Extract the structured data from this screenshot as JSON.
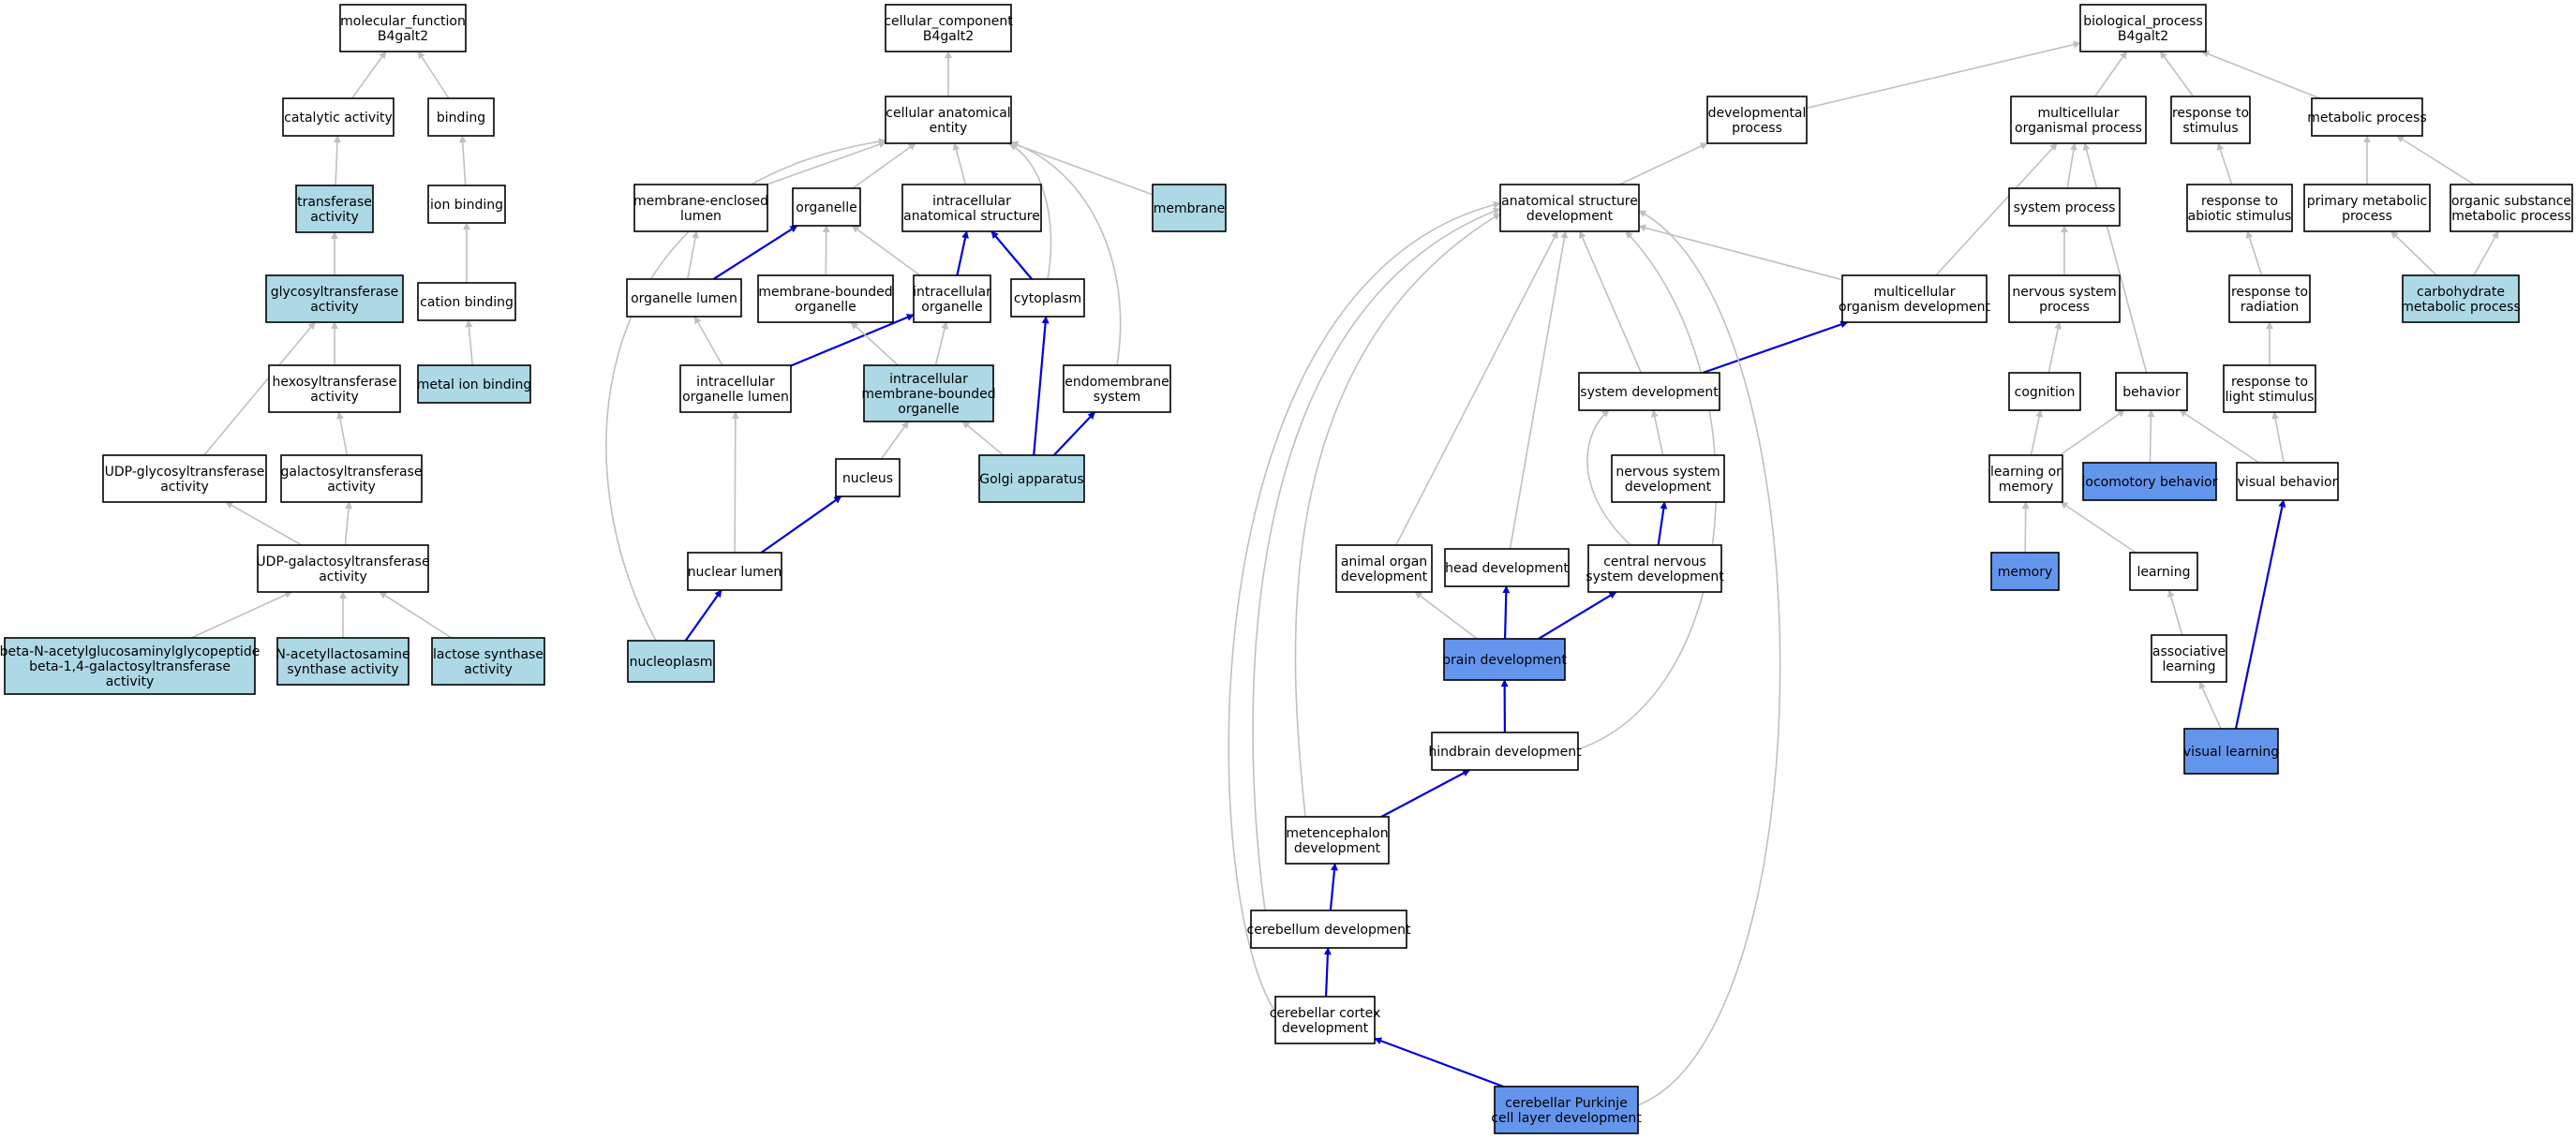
{
  "colors": {
    "plain_fill": "#ffffff",
    "annotated_fill": "#add8e6",
    "query_fill": "#6495ed",
    "gray_edge": "#c0c0c0",
    "blue_edge": "#0000dd"
  },
  "nodes": [
    {
      "id": "mf_root",
      "lines": [
        "molecular_function",
        "B4galt2"
      ],
      "style": "plain"
    },
    {
      "id": "catalytic",
      "lines": [
        "catalytic activity"
      ],
      "style": "plain"
    },
    {
      "id": "binding",
      "lines": [
        "binding"
      ],
      "style": "plain"
    },
    {
      "id": "transferase",
      "lines": [
        "transferase",
        "activity"
      ],
      "style": "annotated"
    },
    {
      "id": "ion_binding",
      "lines": [
        "ion binding"
      ],
      "style": "plain"
    },
    {
      "id": "glycosyltransferase",
      "lines": [
        "glycosyltransferase",
        "activity"
      ],
      "style": "annotated"
    },
    {
      "id": "cation_binding",
      "lines": [
        "cation binding"
      ],
      "style": "plain"
    },
    {
      "id": "hexosyltransferase",
      "lines": [
        "hexosyltransferase",
        "activity"
      ],
      "style": "plain"
    },
    {
      "id": "metal_ion_binding",
      "lines": [
        "metal ion binding"
      ],
      "style": "annotated"
    },
    {
      "id": "udp_glycosyl",
      "lines": [
        "UDP-glycosyltransferase",
        "activity"
      ],
      "style": "plain"
    },
    {
      "id": "galactosyltransferase",
      "lines": [
        "galactosyltransferase",
        "activity"
      ],
      "style": "plain"
    },
    {
      "id": "udp_galactosyl",
      "lines": [
        "UDP-galactosyltransferase",
        "activity"
      ],
      "style": "plain"
    },
    {
      "id": "beta_n",
      "lines": [
        "beta-N-acetylglucosaminylglycopeptide",
        "beta-1,4-galactosyltransferase",
        "activity"
      ],
      "style": "annotated"
    },
    {
      "id": "n_acetyllactosamine",
      "lines": [
        "N-acetyllactosamine",
        "synthase activity"
      ],
      "style": "annotated"
    },
    {
      "id": "lactose_synthase",
      "lines": [
        "lactose synthase",
        "activity"
      ],
      "style": "annotated"
    },
    {
      "id": "cc_root",
      "lines": [
        "cellular_component",
        "B4galt2"
      ],
      "style": "plain"
    },
    {
      "id": "cae",
      "lines": [
        "cellular anatomical",
        "entity"
      ],
      "style": "plain"
    },
    {
      "id": "mel",
      "lines": [
        "membrane-enclosed",
        "lumen"
      ],
      "style": "plain"
    },
    {
      "id": "organelle",
      "lines": [
        "organelle"
      ],
      "style": "plain"
    },
    {
      "id": "ias",
      "lines": [
        "intracellular",
        "anatomical structure"
      ],
      "style": "plain"
    },
    {
      "id": "membrane",
      "lines": [
        "membrane"
      ],
      "style": "annotated"
    },
    {
      "id": "organelle_lumen",
      "lines": [
        "organelle lumen"
      ],
      "style": "plain"
    },
    {
      "id": "mbo",
      "lines": [
        "membrane-bounded",
        "organelle"
      ],
      "style": "plain"
    },
    {
      "id": "io",
      "lines": [
        "intracellular",
        "organelle"
      ],
      "style": "plain"
    },
    {
      "id": "cytoplasm",
      "lines": [
        "cytoplasm"
      ],
      "style": "plain"
    },
    {
      "id": "iol",
      "lines": [
        "intracellular",
        "organelle lumen"
      ],
      "style": "plain"
    },
    {
      "id": "imbo",
      "lines": [
        "intracellular",
        "membrane-bounded",
        "organelle"
      ],
      "style": "annotated"
    },
    {
      "id": "endomembrane",
      "lines": [
        "endomembrane",
        "system"
      ],
      "style": "plain"
    },
    {
      "id": "nucleus",
      "lines": [
        "nucleus"
      ],
      "style": "plain"
    },
    {
      "id": "golgi",
      "lines": [
        "Golgi apparatus"
      ],
      "style": "annotated"
    },
    {
      "id": "nuclear_lumen",
      "lines": [
        "nuclear lumen"
      ],
      "style": "plain"
    },
    {
      "id": "nucleoplasm",
      "lines": [
        "nucleoplasm"
      ],
      "style": "annotated"
    },
    {
      "id": "bp_root",
      "lines": [
        "biological_process",
        "B4galt2"
      ],
      "style": "plain"
    },
    {
      "id": "dev_process",
      "lines": [
        "developmental",
        "process"
      ],
      "style": "plain"
    },
    {
      "id": "mop",
      "lines": [
        "multicellular",
        "organismal process"
      ],
      "style": "plain"
    },
    {
      "id": "rts",
      "lines": [
        "response to",
        "stimulus"
      ],
      "style": "plain"
    },
    {
      "id": "metabolic",
      "lines": [
        "metabolic process"
      ],
      "style": "plain"
    },
    {
      "id": "asd",
      "lines": [
        "anatomical structure",
        "development"
      ],
      "style": "plain"
    },
    {
      "id": "system_process",
      "lines": [
        "system process"
      ],
      "style": "plain"
    },
    {
      "id": "rtas",
      "lines": [
        "response to",
        "abiotic stimulus"
      ],
      "style": "plain"
    },
    {
      "id": "pmp",
      "lines": [
        "primary metabolic",
        "process"
      ],
      "style": "plain"
    },
    {
      "id": "osmp",
      "lines": [
        "organic substance",
        "metabolic process"
      ],
      "style": "plain"
    },
    {
      "id": "mod",
      "lines": [
        "multicellular",
        "organism development"
      ],
      "style": "plain"
    },
    {
      "id": "nsp",
      "lines": [
        "nervous system",
        "process"
      ],
      "style": "plain"
    },
    {
      "id": "rtr",
      "lines": [
        "response to",
        "radiation"
      ],
      "style": "plain"
    },
    {
      "id": "cmp",
      "lines": [
        "carbohydrate",
        "metabolic process"
      ],
      "style": "annotated"
    },
    {
      "id": "system_dev",
      "lines": [
        "system development"
      ],
      "style": "plain"
    },
    {
      "id": "cognition",
      "lines": [
        "cognition"
      ],
      "style": "plain"
    },
    {
      "id": "behavior",
      "lines": [
        "behavior"
      ],
      "style": "plain"
    },
    {
      "id": "rtls",
      "lines": [
        "response to",
        "light stimulus"
      ],
      "style": "plain"
    },
    {
      "id": "nsd",
      "lines": [
        "nervous system",
        "development"
      ],
      "style": "plain"
    },
    {
      "id": "lom",
      "lines": [
        "learning or",
        "memory"
      ],
      "style": "plain"
    },
    {
      "id": "locomotory",
      "lines": [
        "locomotory behavior"
      ],
      "style": "query"
    },
    {
      "id": "visual_behavior",
      "lines": [
        "visual behavior"
      ],
      "style": "plain"
    },
    {
      "id": "aod",
      "lines": [
        "animal organ",
        "development"
      ],
      "style": "plain"
    },
    {
      "id": "head_dev",
      "lines": [
        "head development"
      ],
      "style": "plain"
    },
    {
      "id": "cnsd",
      "lines": [
        "central nervous",
        "system development"
      ],
      "style": "plain"
    },
    {
      "id": "memory",
      "lines": [
        "memory"
      ],
      "style": "query"
    },
    {
      "id": "learning",
      "lines": [
        "learning"
      ],
      "style": "plain"
    },
    {
      "id": "brain_dev",
      "lines": [
        "brain development"
      ],
      "style": "query"
    },
    {
      "id": "assoc_learning",
      "lines": [
        "associative",
        "learning"
      ],
      "style": "plain"
    },
    {
      "id": "hindbrain",
      "lines": [
        "hindbrain development"
      ],
      "style": "plain"
    },
    {
      "id": "visual_learning",
      "lines": [
        "visual learning"
      ],
      "style": "query"
    },
    {
      "id": "metencephalon",
      "lines": [
        "metencephalon",
        "development"
      ],
      "style": "plain"
    },
    {
      "id": "cerebellum",
      "lines": [
        "cerebellum development"
      ],
      "style": "plain"
    },
    {
      "id": "cerebellar_cortex",
      "lines": [
        "cerebellar cortex",
        "development"
      ],
      "style": "plain"
    },
    {
      "id": "purkinje",
      "lines": [
        "cerebellar Purkinje",
        "cell layer development"
      ],
      "style": "query"
    }
  ],
  "edges": [
    {
      "from": "catalytic",
      "to": "mf_root",
      "color": "gray"
    },
    {
      "from": "binding",
      "to": "mf_root",
      "color": "gray"
    },
    {
      "from": "transferase",
      "to": "catalytic",
      "color": "gray"
    },
    {
      "from": "ion_binding",
      "to": "binding",
      "color": "gray"
    },
    {
      "from": "glycosyltransferase",
      "to": "transferase",
      "color": "gray"
    },
    {
      "from": "cation_binding",
      "to": "ion_binding",
      "color": "gray"
    },
    {
      "from": "hexosyltransferase",
      "to": "glycosyltransferase",
      "color": "gray"
    },
    {
      "from": "metal_ion_binding",
      "to": "cation_binding",
      "color": "gray"
    },
    {
      "from": "udp_glycosyl",
      "to": "glycosyltransferase",
      "color": "gray"
    },
    {
      "from": "galactosyltransferase",
      "to": "hexosyltransferase",
      "color": "gray"
    },
    {
      "from": "udp_galactosyl",
      "to": "udp_glycosyl",
      "color": "gray"
    },
    {
      "from": "udp_galactosyl",
      "to": "galactosyltransferase",
      "color": "gray"
    },
    {
      "from": "beta_n",
      "to": "udp_galactosyl",
      "color": "gray"
    },
    {
      "from": "n_acetyllactosamine",
      "to": "udp_galactosyl",
      "color": "gray"
    },
    {
      "from": "lactose_synthase",
      "to": "udp_galactosyl",
      "color": "gray"
    },
    {
      "from": "cae",
      "to": "cc_root",
      "color": "gray"
    },
    {
      "from": "mel",
      "to": "cae",
      "color": "gray"
    },
    {
      "from": "organelle",
      "to": "cae",
      "color": "gray"
    },
    {
      "from": "ias",
      "to": "cae",
      "color": "gray"
    },
    {
      "from": "membrane",
      "to": "cae",
      "color": "gray"
    },
    {
      "from": "cytoplasm",
      "to": "cae",
      "color": "gray",
      "curve": "cyto"
    },
    {
      "from": "endomembrane",
      "to": "cae",
      "color": "gray",
      "curve": "endo"
    },
    {
      "from": "nucleoplasm",
      "to": "cae",
      "color": "gray",
      "curve": "nucleo"
    },
    {
      "from": "organelle_lumen",
      "to": "mel",
      "color": "gray"
    },
    {
      "from": "organelle_lumen",
      "to": "organelle",
      "color": "blue"
    },
    {
      "from": "mbo",
      "to": "organelle",
      "color": "gray"
    },
    {
      "from": "io",
      "to": "organelle",
      "color": "gray"
    },
    {
      "from": "io",
      "to": "ias",
      "color": "blue"
    },
    {
      "from": "cytoplasm",
      "to": "ias",
      "color": "blue"
    },
    {
      "from": "iol",
      "to": "organelle_lumen",
      "color": "gray"
    },
    {
      "from": "iol",
      "to": "io",
      "color": "blue"
    },
    {
      "from": "imbo",
      "to": "mbo",
      "color": "gray"
    },
    {
      "from": "imbo",
      "to": "io",
      "color": "gray"
    },
    {
      "from": "nucleus",
      "to": "imbo",
      "color": "gray"
    },
    {
      "from": "golgi",
      "to": "imbo",
      "color": "gray"
    },
    {
      "from": "golgi",
      "to": "cytoplasm",
      "color": "blue"
    },
    {
      "from": "golgi",
      "to": "endomembrane",
      "color": "blue"
    },
    {
      "from": "nuclear_lumen",
      "to": "iol",
      "color": "gray"
    },
    {
      "from": "nuclear_lumen",
      "to": "nucleus",
      "color": "blue"
    },
    {
      "from": "nucleoplasm",
      "to": "nuclear_lumen",
      "color": "blue"
    },
    {
      "from": "dev_process",
      "to": "bp_root",
      "color": "gray"
    },
    {
      "from": "mop",
      "to": "bp_root",
      "color": "gray"
    },
    {
      "from": "rts",
      "to": "bp_root",
      "color": "gray"
    },
    {
      "from": "metabolic",
      "to": "bp_root",
      "color": "gray"
    },
    {
      "from": "asd",
      "to": "dev_process",
      "color": "gray"
    },
    {
      "from": "system_process",
      "to": "mop",
      "color": "gray"
    },
    {
      "from": "mod",
      "to": "mop",
      "color": "gray"
    },
    {
      "from": "behavior",
      "to": "mop",
      "color": "gray"
    },
    {
      "from": "rtas",
      "to": "rts",
      "color": "gray"
    },
    {
      "from": "pmp",
      "to": "metabolic",
      "color": "gray"
    },
    {
      "from": "osmp",
      "to": "metabolic",
      "color": "gray"
    },
    {
      "from": "mod",
      "to": "asd",
      "color": "gray"
    },
    {
      "from": "nsp",
      "to": "system_process",
      "color": "gray"
    },
    {
      "from": "rtr",
      "to": "rtas",
      "color": "gray"
    },
    {
      "from": "cmp",
      "to": "pmp",
      "color": "gray"
    },
    {
      "from": "cmp",
      "to": "osmp",
      "color": "gray"
    },
    {
      "from": "system_dev",
      "to": "mod",
      "color": "blue"
    },
    {
      "from": "system_dev",
      "to": "asd",
      "color": "gray"
    },
    {
      "from": "cognition",
      "to": "nsp",
      "color": "gray"
    },
    {
      "from": "rtls",
      "to": "rtr",
      "color": "gray"
    },
    {
      "from": "nsd",
      "to": "system_dev",
      "color": "gray"
    },
    {
      "from": "lom",
      "to": "cognition",
      "color": "gray"
    },
    {
      "from": "lom",
      "to": "behavior",
      "color": "gray"
    },
    {
      "from": "locomotory",
      "to": "behavior",
      "color": "gray"
    },
    {
      "from": "visual_behavior",
      "to": "behavior",
      "color": "gray"
    },
    {
      "from": "visual_behavior",
      "to": "rtls",
      "color": "gray"
    },
    {
      "from": "aod",
      "to": "asd",
      "color": "gray"
    },
    {
      "from": "head_dev",
      "to": "asd",
      "color": "gray"
    },
    {
      "from": "cnsd",
      "to": "nsd",
      "color": "blue"
    },
    {
      "from": "cnsd",
      "to": "system_dev",
      "color": "gray",
      "curve": "cnsd_sys"
    },
    {
      "from": "memory",
      "to": "lom",
      "color": "gray"
    },
    {
      "from": "learning",
      "to": "lom",
      "color": "gray"
    },
    {
      "from": "brain_dev",
      "to": "aod",
      "color": "gray"
    },
    {
      "from": "brain_dev",
      "to": "head_dev",
      "color": "blue"
    },
    {
      "from": "brain_dev",
      "to": "cnsd",
      "color": "blue"
    },
    {
      "from": "assoc_learning",
      "to": "learning",
      "color": "gray"
    },
    {
      "from": "hindbrain",
      "to": "brain_dev",
      "color": "blue"
    },
    {
      "from": "hindbrain",
      "to": "asd",
      "color": "gray",
      "curve": "hind_asd"
    },
    {
      "from": "visual_learning",
      "to": "assoc_learning",
      "color": "gray"
    },
    {
      "from": "visual_learning",
      "to": "visual_behavior",
      "color": "blue"
    },
    {
      "from": "metencephalon",
      "to": "hindbrain",
      "color": "blue"
    },
    {
      "from": "metencephalon",
      "to": "asd",
      "color": "gray",
      "curve": "met_asd"
    },
    {
      "from": "cerebellum",
      "to": "metencephalon",
      "color": "blue"
    },
    {
      "from": "cerebellum",
      "to": "asd",
      "color": "gray",
      "curve": "cer_asd"
    },
    {
      "from": "cerebellar_cortex",
      "to": "cerebellum",
      "color": "blue"
    },
    {
      "from": "cerebellar_cortex",
      "to": "asd",
      "color": "gray",
      "curve": "cc_asd"
    },
    {
      "from": "purkinje",
      "to": "cerebellar_cortex",
      "color": "blue"
    },
    {
      "from": "purkinje",
      "to": "asd",
      "color": "gray",
      "curve": "pk_asd"
    }
  ]
}
